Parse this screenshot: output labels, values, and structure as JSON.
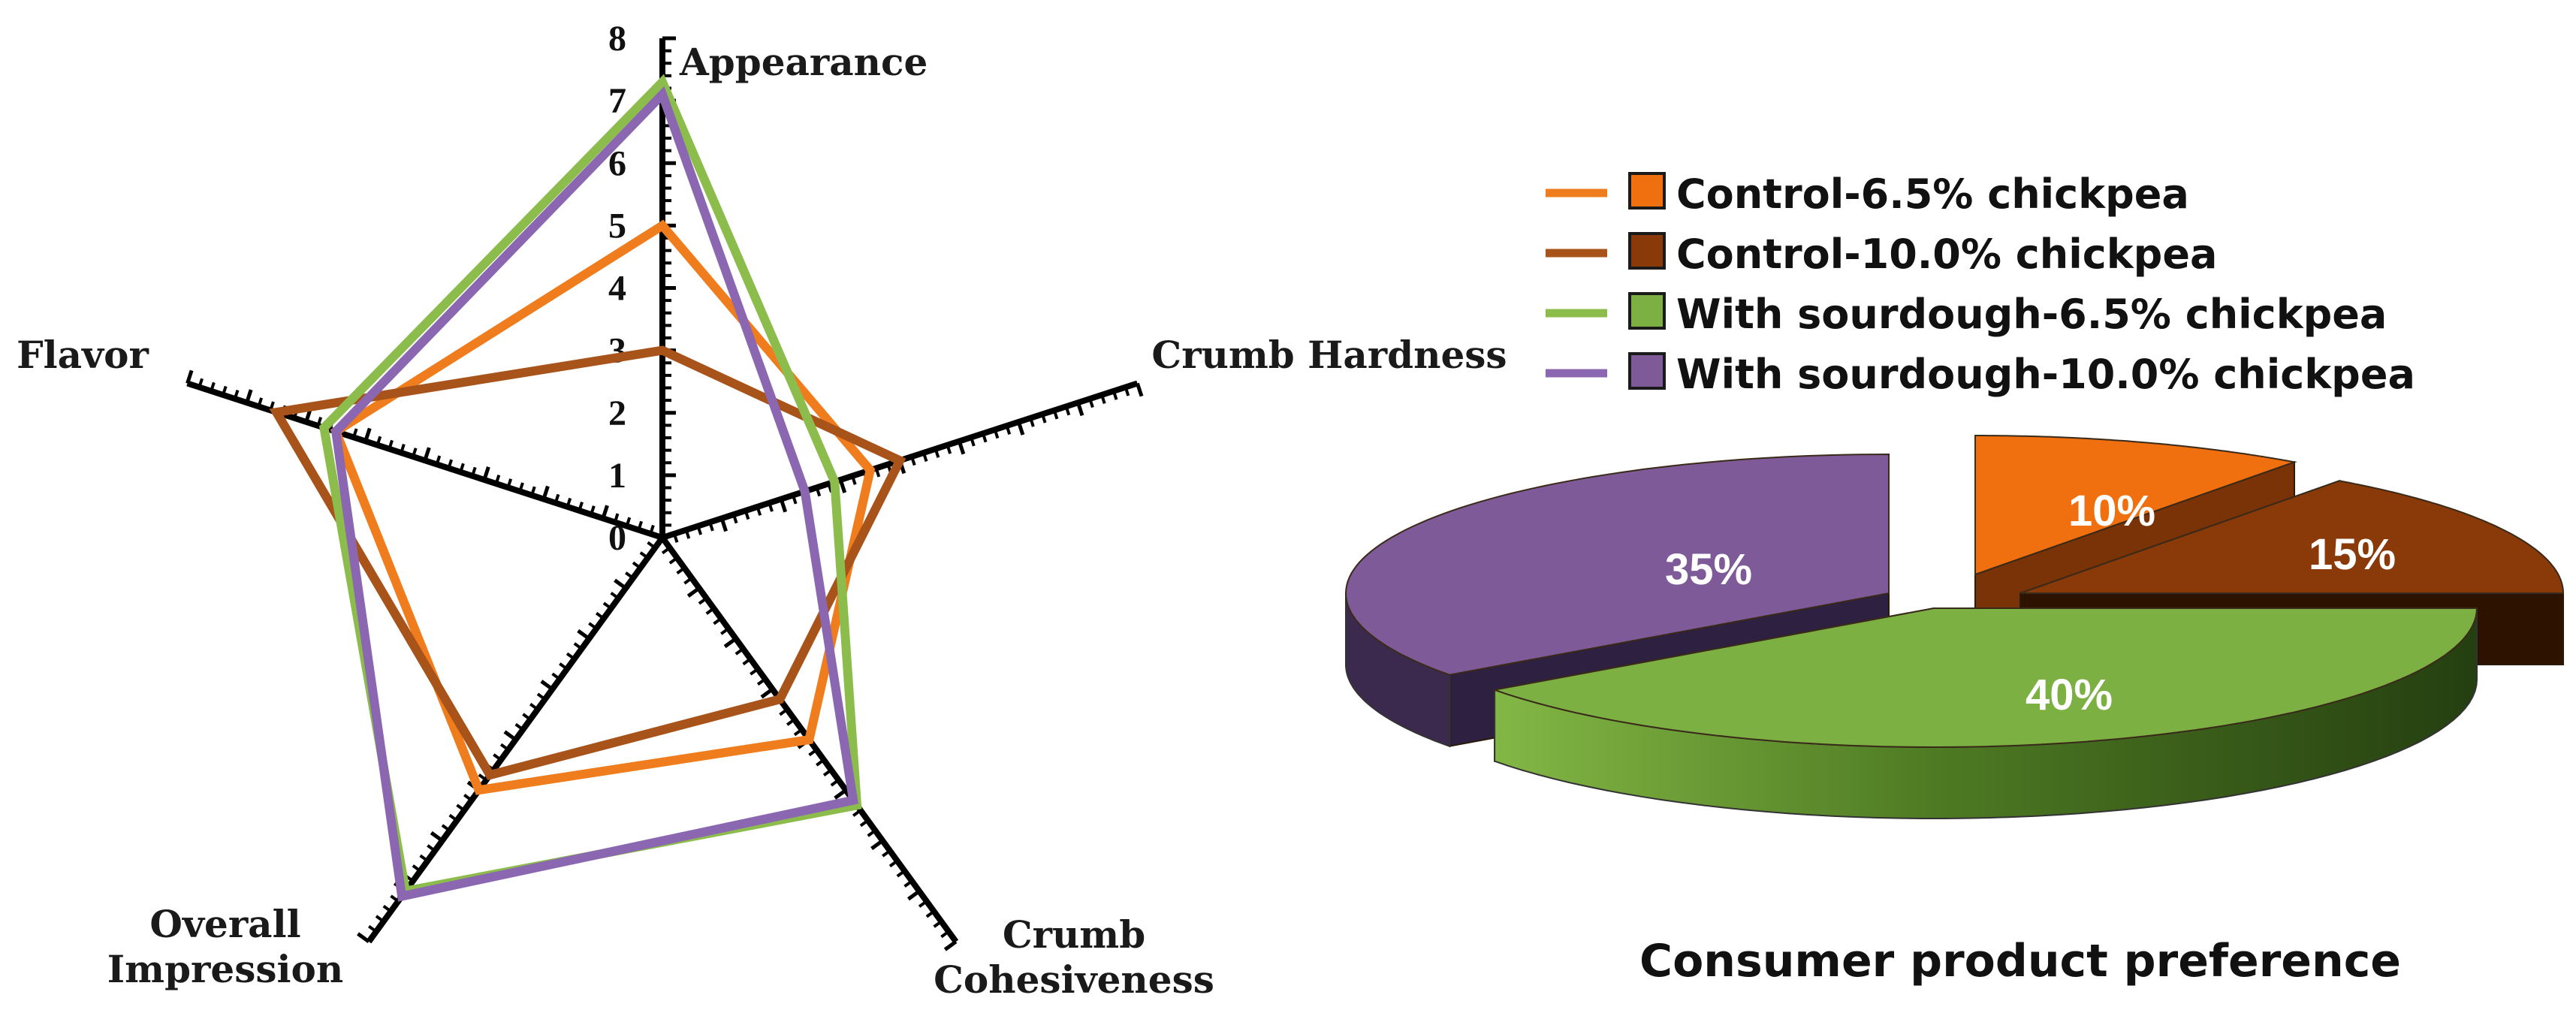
{
  "chart_data": [
    {
      "type": "radar",
      "title": "",
      "axes": [
        "Appearance",
        "Crumb Hardness",
        "Crumb Cohesiveness",
        "Overall Impression",
        "Flavor"
      ],
      "axis_labels_display": [
        [
          "Appearance"
        ],
        [
          "Crumb Hardness"
        ],
        [
          "Crumb",
          "Cohesiveness"
        ],
        [
          "Overall",
          "Impression"
        ],
        [
          "Flavor"
        ]
      ],
      "rlim": [
        0,
        8
      ],
      "ticks": [
        "0",
        "1",
        "2",
        "3",
        "4",
        "5",
        "6",
        "7",
        "8"
      ],
      "series": [
        {
          "name": "Control-6.5% chickpea",
          "color": "#f07d1d",
          "values": [
            5.0,
            3.5,
            4.0,
            5.0,
            5.5
          ]
        },
        {
          "name": "Control-10.0% chickpea",
          "color": "#a8531a",
          "values": [
            3.0,
            4.0,
            3.2,
            4.7,
            6.5
          ]
        },
        {
          "name": "With sourdough-6.5% chickpea",
          "color": "#8cbd4c",
          "values": [
            7.3,
            2.9,
            5.3,
            7.0,
            5.7
          ]
        },
        {
          "name": "With sourdough-10.0% chickpea",
          "color": "#8c67b1",
          "values": [
            7.1,
            2.4,
            5.2,
            7.1,
            5.5
          ]
        }
      ]
    },
    {
      "type": "pie",
      "title": "Consumer product preference",
      "slices": [
        {
          "label": "Control-6.5% chickpea",
          "value": 10,
          "text": "10%",
          "color": "#f07010"
        },
        {
          "label": "Control-10.0% chickpea",
          "value": 15,
          "text": "15%",
          "color": "#8a3a08"
        },
        {
          "label": "With sourdough-6.5% chickpea",
          "value": 40,
          "text": "40%",
          "color": "#7cb042"
        },
        {
          "label": "With sourdough-10.0% chickpea",
          "value": 35,
          "text": "35%",
          "color": "#7e5a98"
        }
      ]
    }
  ],
  "legend": {
    "items": [
      {
        "text": "Control-6.5% chickpea",
        "line_color": "#f07d1d",
        "box_color": "#f07010"
      },
      {
        "text": "Control-10.0% chickpea",
        "line_color": "#a8531a",
        "box_color": "#8a3a08"
      },
      {
        "text": "With sourdough-6.5% chickpea",
        "line_color": "#8cbd4c",
        "box_color": "#7cb042"
      },
      {
        "text": "With sourdough-10.0% chickpea",
        "line_color": "#8c67b1",
        "box_color": "#7e5a98"
      }
    ]
  }
}
